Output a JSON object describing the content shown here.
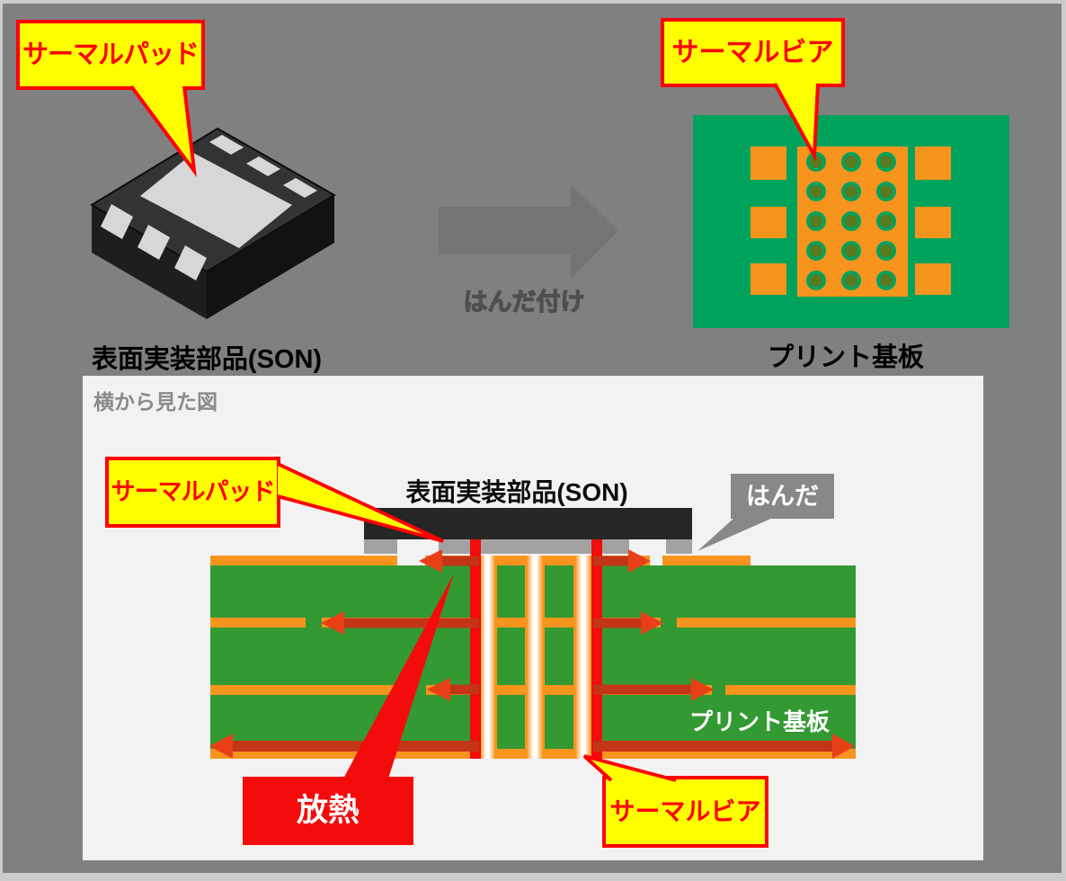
{
  "palette": {
    "background_gray": "#808080",
    "frame_light": "#cccccc",
    "panel_light": "#f2f2f2",
    "component_black": "#262626",
    "component_top_face": "#333333",
    "solder_gray": "#a2a2a2",
    "board_green_top_view": "#00a35c",
    "board_green_side_view": "#339933",
    "copper_orange": "#f7941d",
    "via_hole_olive": "#5a7a20",
    "heat_red": "#f40b0b",
    "arrow_shaft_red": "#c23517",
    "arrow_head_red": "#e84016",
    "callout_yellow": "#ffff00",
    "callout_red": "#ff0000",
    "gray_box": "#888888",
    "transition_arrow_gray": "#747474"
  },
  "top_left": {
    "callout": "サーマルパッド",
    "caption": "表面実装部品(SON)"
  },
  "transition": {
    "label": "はんだ付け"
  },
  "top_right": {
    "callout": "サーマルビア",
    "caption": "プリント基板"
  },
  "side_view": {
    "title": "横から見た図",
    "component_label": "表面実装部品(SON)",
    "solder_label": "はんだ",
    "thermal_pad_label": "サーマルパッド",
    "heat_label": "放熱",
    "thermal_via_label": "サーマルビア",
    "board_label": "プリント基板"
  }
}
